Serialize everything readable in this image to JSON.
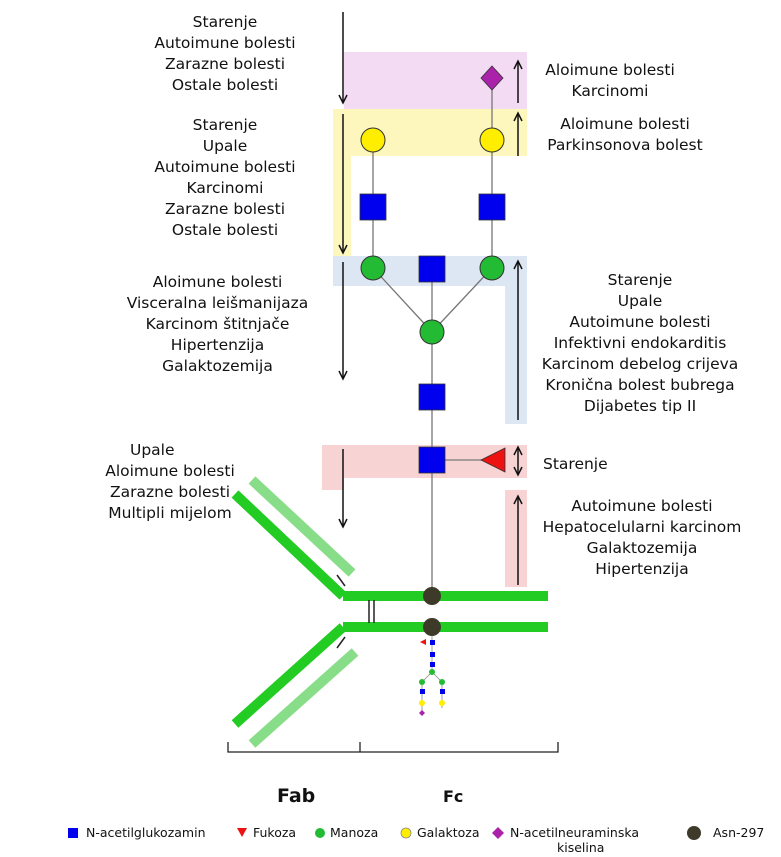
{
  "left_groups": [
    [
      "Starenje",
      "Autoimune bolesti",
      "Zarazne bolesti",
      "Ostale bolesti"
    ],
    [
      "Starenje",
      "Upale",
      "Autoimune bolesti",
      "Karcinomi",
      "Zarazne bolesti",
      "Ostale bolesti"
    ],
    [
      "Aloimune bolesti",
      "Visceralna leišmanijaza",
      "Karcinom štitnjače",
      "Hipertenzija",
      "Galaktozemija"
    ],
    [
      "Upale",
      "Aloimune bolesti",
      "Zarazne bolesti",
      "Multipli mijelom"
    ]
  ],
  "right_groups": [
    [
      "Aloimune bolesti",
      "Karcinomi"
    ],
    [
      "Aloimune bolesti",
      "Parkinsonova bolest"
    ],
    [
      "Starenje",
      "Upale",
      "Autoimune bolesti",
      "Infektivni endokarditis",
      "Karcinom debelog crijeva",
      "Kronična bolest bubrega",
      "Dijabetes tip II"
    ],
    [
      "Starenje"
    ],
    [
      "Autoimune bolesti",
      "Hepatocelularni karcinom",
      "Galaktozemija",
      "Hipertenzija"
    ]
  ],
  "regions": {
    "fab": "Fab",
    "fc": "Fc"
  },
  "legend": {
    "glcnac": "N-acetilglukozamin",
    "fucose": "Fukoza",
    "mannose": "Manoza",
    "galactose": "Galaktoza",
    "sialic_1": "N-acetilneuraminska",
    "sialic_2": "kiselina",
    "asn": "Asn-297"
  },
  "colors": {
    "glcnac": "#0000ee",
    "fucose": "#ee1111",
    "mannose": "#22bb33",
    "galactose": "#ffee00",
    "sialic": "#aa22aa",
    "asn": "#3d3a2a",
    "antibody_dark": "#22cc22",
    "antibody_light": "#88dd88",
    "band_purple": "#f3dcf3",
    "band_yellow": "#fdf7bd",
    "band_blue": "#dde6f3",
    "band_red": "#f8d3d3"
  }
}
